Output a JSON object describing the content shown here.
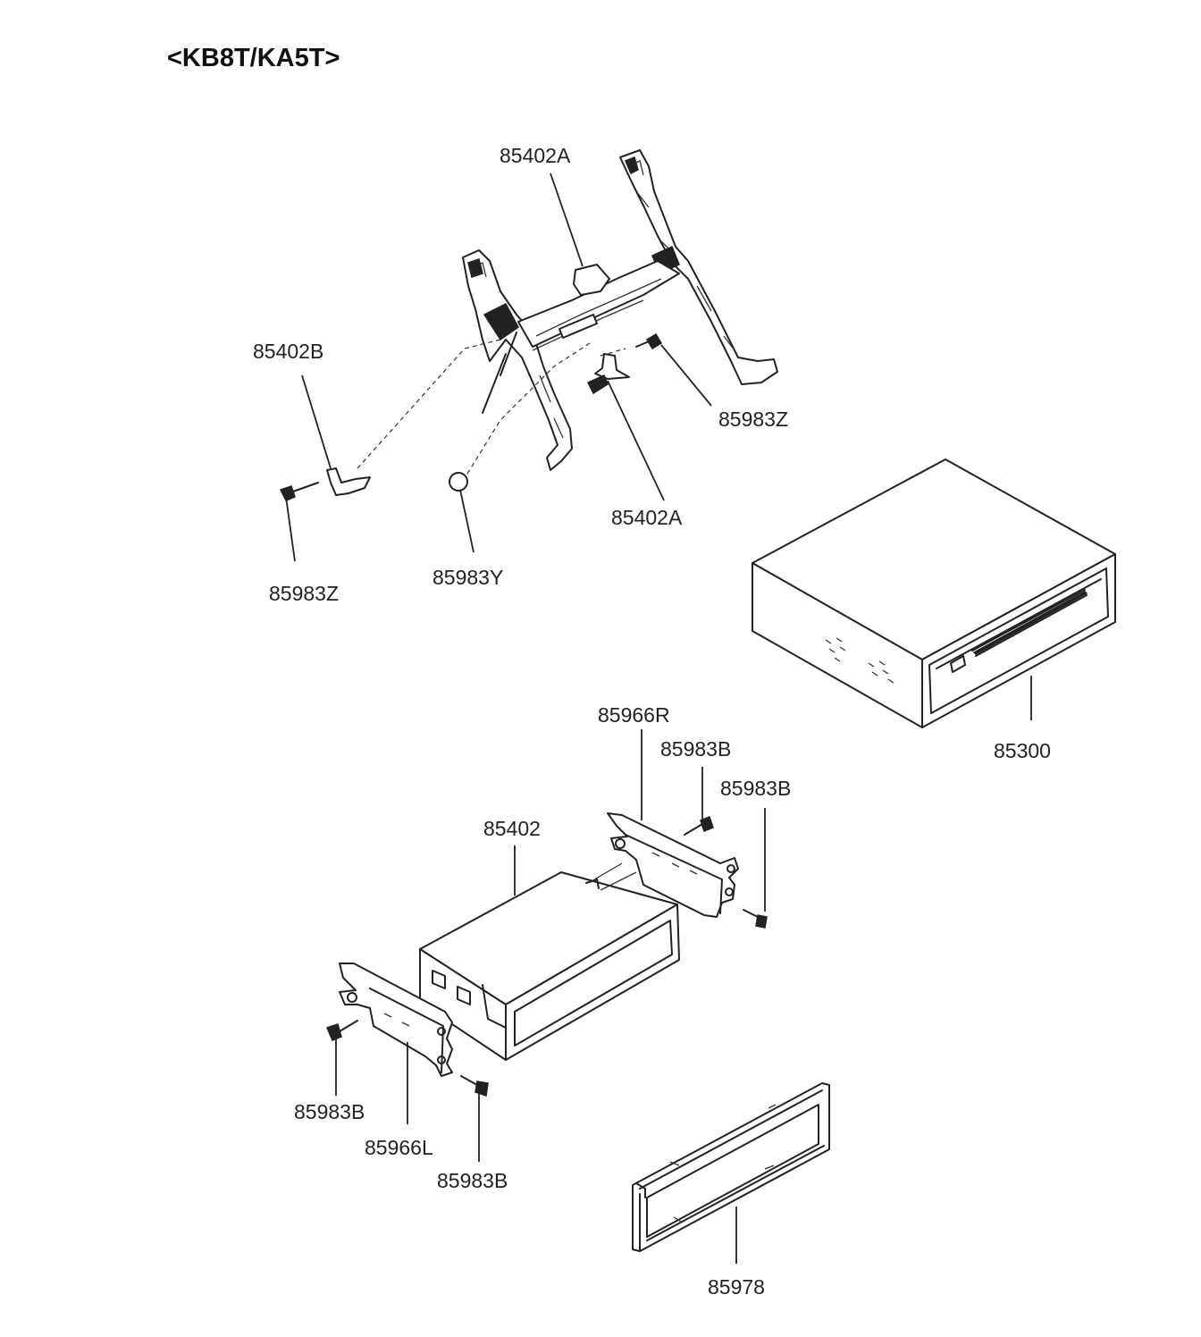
{
  "title": "<KB8T/KA5T>",
  "labels": {
    "l_85402A_top": "85402A",
    "l_85402B": "85402B",
    "l_85983Z_right": "85983Z",
    "l_85402A_mid": "85402A",
    "l_85983Z_left": "85983Z",
    "l_85983Y": "85983Y",
    "l_85300": "85300",
    "l_85966R": "85966R",
    "l_85983B_a": "85983B",
    "l_85983B_b": "85983B",
    "l_85402": "85402",
    "l_85983B_c": "85983B",
    "l_85966L": "85966L",
    "l_85983B_d": "85983B",
    "l_85978": "85978"
  }
}
